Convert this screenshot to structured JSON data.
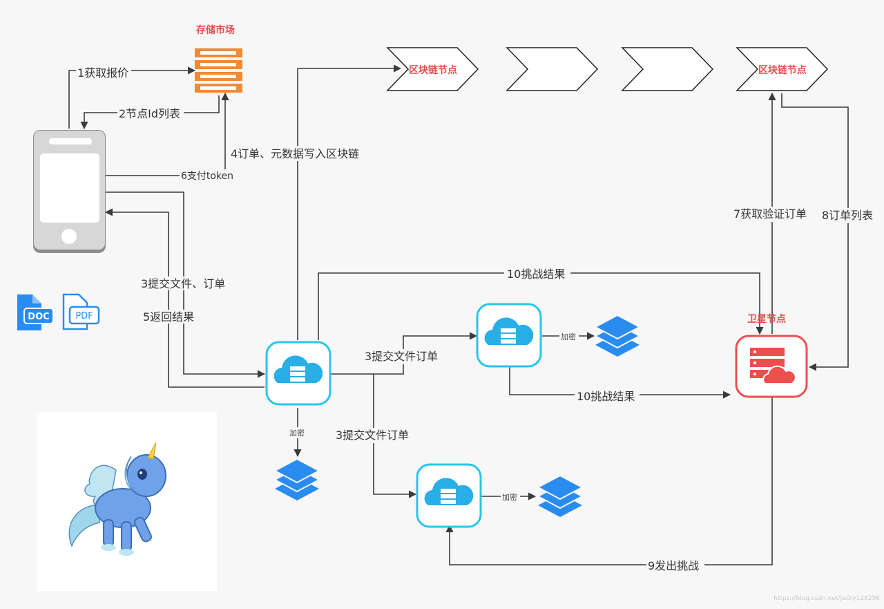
{
  "nodes": {
    "storage_market": "存储市场",
    "blockchain_node_left": "区块链节点",
    "blockchain_node_right": "区块链节点",
    "satellite_node": "卫星节点"
  },
  "edges": {
    "e1": "1获取报价",
    "e2": "2节点Id列表",
    "e4": "4订单、元数据写入区块链",
    "e6": "6支付token",
    "e3a": "3提交文件、订单",
    "e5": "5返回结果",
    "e3b": "3提交文件订单",
    "e3c": "3提交文件订单",
    "e7": "7获取验证订单",
    "e8": "8订单列表",
    "e10a": "10挑战结果",
    "e10b": "10挑战结果",
    "e9": "9发出挑战",
    "enc1": "加密",
    "enc2": "加密",
    "enc3": "加密"
  },
  "file_icons": {
    "doc": "DOC",
    "pdf": "PDF"
  },
  "watermark": "https://blog.csdn.net/jacky128256",
  "colors": {
    "line": "#3a3a3a",
    "accent_red": "#e84c4c",
    "cloud_blue": "#29aee6",
    "layer_blue": "#2b8cf0",
    "orange": "#f08a36"
  }
}
